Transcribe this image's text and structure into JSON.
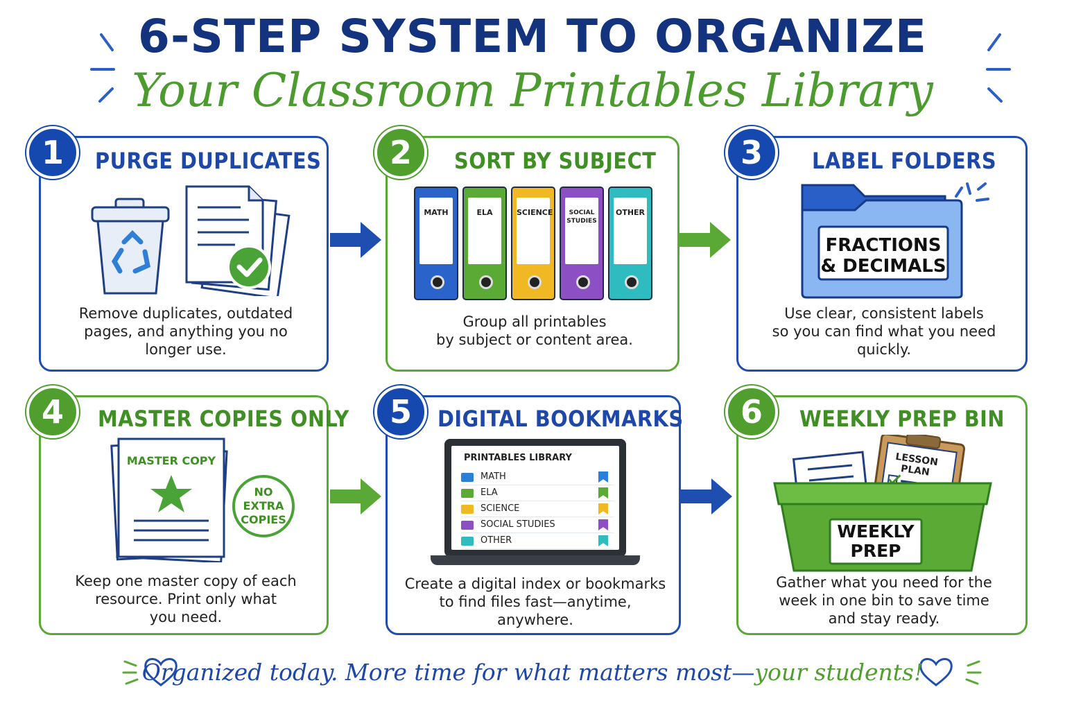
{
  "header": {
    "title": "6-STEP SYSTEM TO ORGANIZE",
    "subtitle": "Your Classroom Printables Library"
  },
  "steps": [
    {
      "number": "1",
      "title": "PURGE DUPLICATES",
      "desc_lines": [
        "Remove duplicates, outdated",
        "pages, and anything you no",
        "longer use."
      ],
      "color": "blue"
    },
    {
      "number": "2",
      "title": "SORT BY SUBJECT",
      "desc_lines": [
        "Group all printables",
        "by subject or content area."
      ],
      "color": "green",
      "binders": [
        {
          "label": "MATH",
          "color": "#2a63c9"
        },
        {
          "label": "ELA",
          "color": "#5aaa35"
        },
        {
          "label": "SCIENCE",
          "color": "#f0b823"
        },
        {
          "label": "SOCIAL STUDIES",
          "color": "#8d4fc4"
        },
        {
          "label": "OTHER",
          "color": "#2fbcc0"
        }
      ]
    },
    {
      "number": "3",
      "title": "LABEL FOLDERS",
      "desc_lines": [
        "Use clear, consistent labels",
        "so you can find what you need",
        "quickly."
      ],
      "color": "blue",
      "folder_label_lines": [
        "FRACTIONS",
        "& DECIMALS"
      ]
    },
    {
      "number": "4",
      "title": "MASTER COPIES ONLY",
      "desc_lines": [
        "Keep one master copy of each",
        "resource. Print only what",
        "you need."
      ],
      "color": "green",
      "page_label": "MASTER COPY",
      "stamp_lines": [
        "NO",
        "EXTRA",
        "COPIES"
      ]
    },
    {
      "number": "5",
      "title": "DIGITAL BOOKMARKS",
      "desc_lines": [
        "Create a digital index or bookmarks",
        "to find files fast—anytime,",
        "anywhere."
      ],
      "color": "blue",
      "screen_title": "PRINTABLES LIBRARY",
      "folders": [
        {
          "label": "MATH",
          "color": "#2a7fd6"
        },
        {
          "label": "ELA",
          "color": "#5aaa35"
        },
        {
          "label": "SCIENCE",
          "color": "#f0b823"
        },
        {
          "label": "SOCIAL STUDIES",
          "color": "#8d4fc4"
        },
        {
          "label": "OTHER",
          "color": "#2fbcc0"
        }
      ]
    },
    {
      "number": "6",
      "title": "WEEKLY PREP BIN",
      "desc_lines": [
        "Gather what you need for the",
        "week in one bin to save time",
        "and stay ready."
      ],
      "color": "green",
      "clipboard_label": "LESSON PLAN",
      "bin_label_lines": [
        "WEEKLY",
        "PREP"
      ]
    }
  ],
  "footer": {
    "part1": "Organized today.  More time for what matters most—",
    "part2": "your students!"
  },
  "colors": {
    "blue": "#1e4fb0",
    "green": "#5aa936",
    "navy": "#13337f"
  }
}
